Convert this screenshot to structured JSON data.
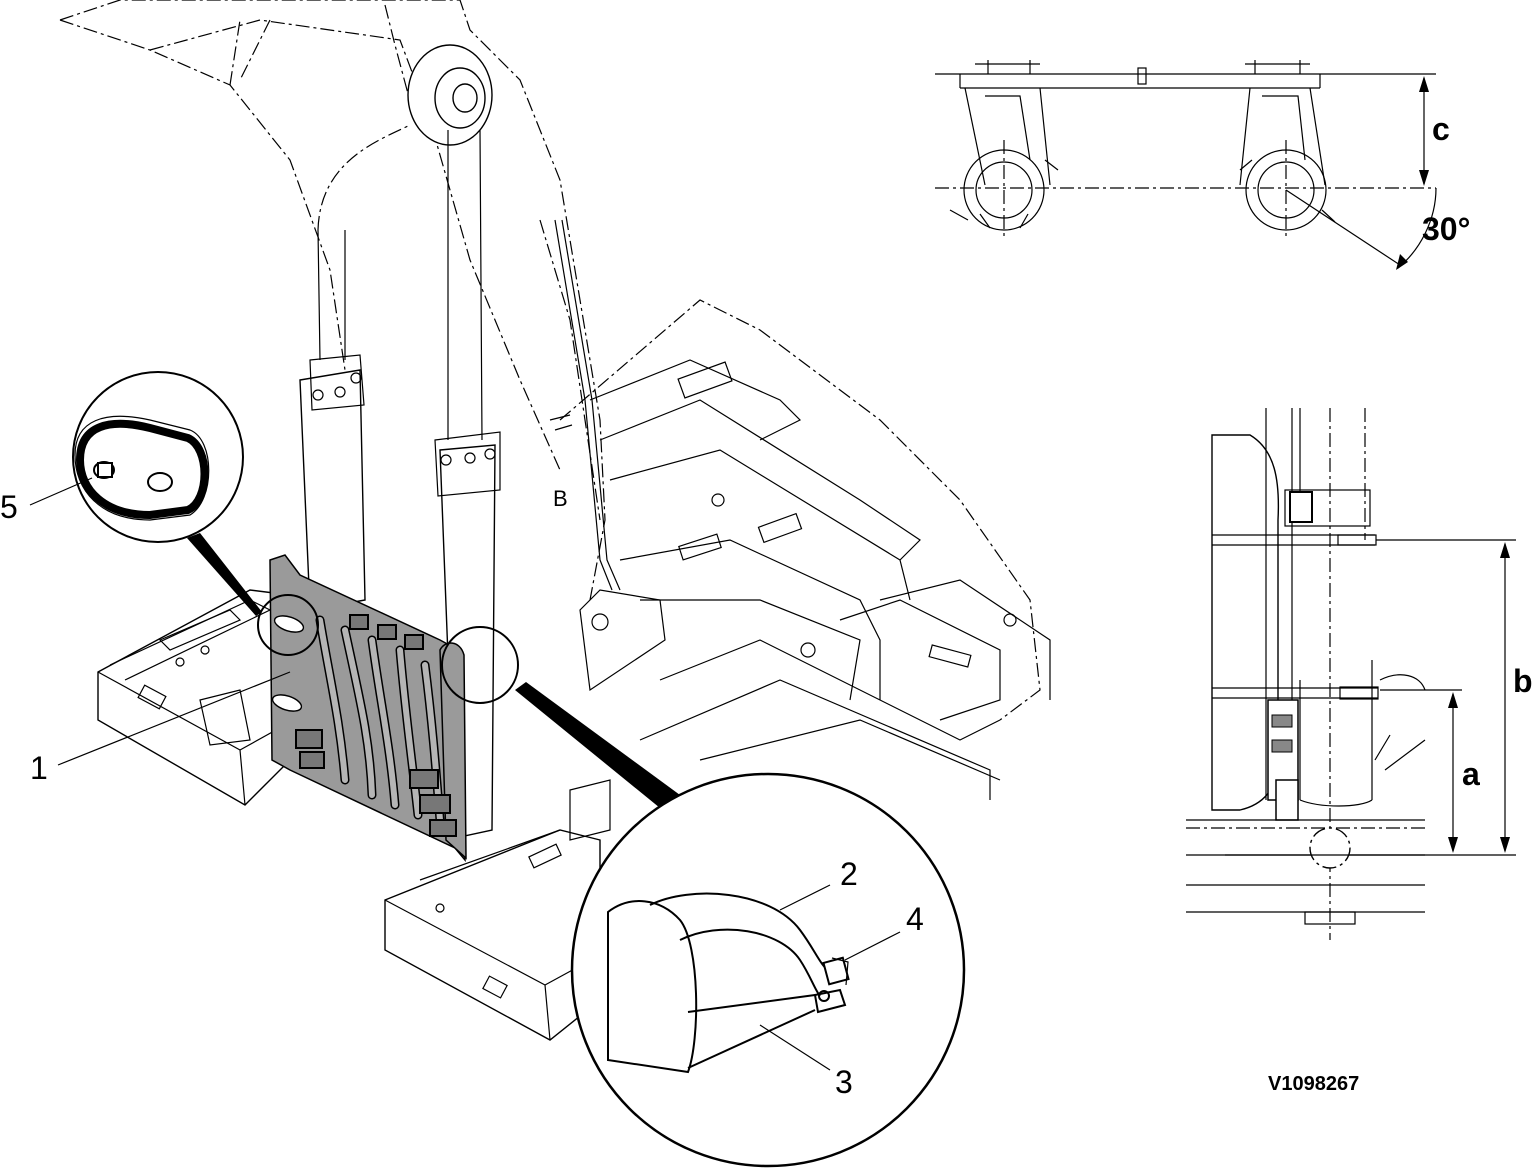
{
  "callouts": {
    "c1": "1",
    "c2": "2",
    "c3": "3",
    "c4": "4",
    "c5": "5"
  },
  "dimensions": {
    "a": "a",
    "b": "b",
    "c": "c",
    "angle": "30°"
  },
  "frame_letter": "B",
  "figure_code": "V1098267"
}
